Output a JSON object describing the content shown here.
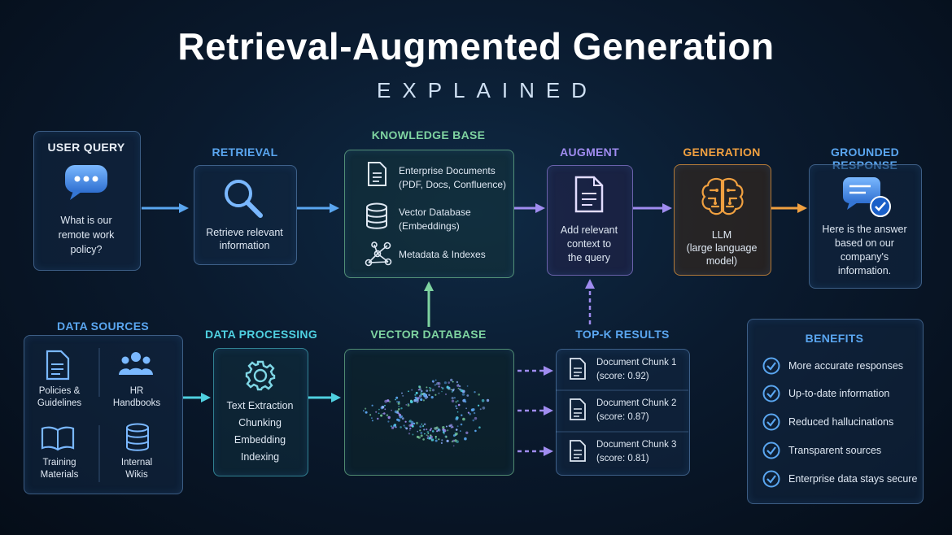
{
  "header": {
    "title": "Retrieval-Augmented Generation",
    "subtitle": "EXPLAINED"
  },
  "stages": {
    "user_query": {
      "label": "USER QUERY",
      "text": [
        "What is our",
        "remote work",
        "policy?"
      ]
    },
    "retrieval": {
      "label": "RETRIEVAL",
      "text": [
        "Retrieve relevant",
        "information"
      ]
    },
    "knowledge_base": {
      "label": "KNOWLEDGE BASE",
      "items": [
        {
          "line1": "Enterprise Documents",
          "line2": "(PDF, Docs, Confluence)"
        },
        {
          "line1": "Vector Database",
          "line2": "(Embeddings)"
        },
        {
          "line1": "Metadata & Indexes",
          "line2": ""
        }
      ]
    },
    "augment": {
      "label": "AUGMENT",
      "text": [
        "Add relevant",
        "context to",
        "the query"
      ]
    },
    "generation": {
      "label": "GENERATION",
      "text": [
        "LLM",
        "(large language",
        "model)"
      ]
    },
    "grounded_response": {
      "label": "GROUNDED RESPONSE",
      "text": [
        "Here is the answer",
        "based on our",
        "company's",
        "information."
      ]
    },
    "data_sources": {
      "label": "DATA SOURCES",
      "items": [
        {
          "line1": "Policies &",
          "line2": "Guidelines"
        },
        {
          "line1": "HR",
          "line2": "Handbooks"
        },
        {
          "line1": "Training",
          "line2": "Materials"
        },
        {
          "line1": "Internal",
          "line2": "Wikis"
        }
      ]
    },
    "data_processing": {
      "label": "DATA PROCESSING",
      "steps": [
        "Text Extraction",
        "Chunking",
        "Embedding",
        "Indexing"
      ]
    },
    "vector_database": {
      "label": "VECTOR DATABASE"
    },
    "top_k": {
      "label": "TOP-K RESULTS",
      "chunks": [
        {
          "name": "Document Chunk 1",
          "score": "(score: 0.92)"
        },
        {
          "name": "Document Chunk 2",
          "score": "(score: 0.87)"
        },
        {
          "name": "Document Chunk 3",
          "score": "(score: 0.81)"
        }
      ]
    },
    "benefits": {
      "label": "BENEFITS",
      "items": [
        "More accurate responses",
        "Up-to-date information",
        "Reduced hallucinations",
        "Transparent sources",
        "Enterprise data stays secure"
      ]
    }
  },
  "colors": {
    "blue": "#5aa6f0",
    "green": "#7ed3a0",
    "purple": "#a08cf0",
    "orange": "#f0a040",
    "cyan": "#4fd0e0"
  }
}
